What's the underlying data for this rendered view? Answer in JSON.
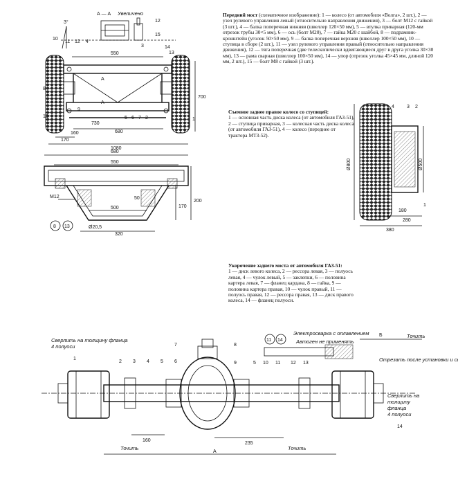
{
  "front_axle": {
    "section_label": "А — А",
    "section_scale": "Увеличено",
    "angle_label": "3°",
    "text_title": "Передний мост",
    "text_subtitle": "(схематичное изображение):",
    "text_body": "1 — колесо (от автомобиля «Волга», 2 шт.), 2 — узел рулевого управления левый (относительно направления движения), 3 — болт М12 с гайкой (3 шт.), 4 — балка поперечная нижняя (швеллер 120×50 мм), 5 — втулка приварная (120-мм отрезок трубы 30×5 мм), 6 — ось (болт М20), 7 — гайка М20 с шайбой, 8 — подрамник-кронштейн (уголок 50×50 мм), 9 — балка поперечная верхняя (швеллер 100×50 мм), 10 — ступица в сборе (2 шт.), 11 — узел рулевого управления правый (относительно направления движения), 12 — тяга поперечная (две телескопически вдвигающиеся друг в друга уголка 30×30 мм), 13 — рама сварная (швеллер 100×50 мм), 14 — упор (отрезок уголка 45×45 мм, длиной 120 мм, 2 шт.), 15 — болт М8 с гайкой (3 шт.).",
    "dims": [
      "550",
      "700",
      "730",
      "680",
      "170",
      "160",
      "1080",
      "680",
      "550",
      "200",
      "170",
      "500",
      "320",
      "50"
    ],
    "part_numbers": [
      "1",
      "2",
      "3",
      "4",
      "5",
      "6",
      "7",
      "8",
      "9",
      "10",
      "11",
      "12",
      "13",
      "14",
      "15"
    ],
    "m12_label": "М12",
    "bore_label": "Ø20,5",
    "marker_a": "А",
    "callouts": [
      "8",
      "13"
    ]
  },
  "rear_wheel": {
    "text_title": "Съемное заднее правое колесо со ступицей:",
    "text_body": "1 — основная часть диска колеса (от автомобиля ГАЗ-51), 2 — ступица приварная, 3 — колесная часть диска колеса (от автомобиля ГАЗ-51), 4 — колесо (переднее от трактора МТЗ-52).",
    "dims": [
      "Ø800",
      "Ø500",
      "180",
      "280",
      "380"
    ],
    "part_numbers": [
      "1",
      "2",
      "3",
      "4"
    ]
  },
  "rear_axle": {
    "text_title": "Укорочение заднего моста от автомобиля ГАЗ-51:",
    "text_body": "1 — диск левого колеса, 2 — рессора левая, 3 — полуось левая, 4 — чулок левый, 5 — заклепки, 6 — половина картера левая, 7 — фланец кардана, 8 — гайка, 9 — половина картера правая, 10 — чулок правый, 11 — полуось правая, 12 — рессора правая, 13 — диск правого колеса, 14 — фланец полуоси.",
    "note_left": "Сверлить на толщину фланца 4 полуоси",
    "note_right": "Сверлить на толщину фланца 4 полуоси",
    "note_weld": "Электросварка с оплавлением",
    "note_not_used": "Автоген не применять",
    "note_cut": "Отрезать после установки и сварки",
    "label_b": "Б",
    "label_a": "А",
    "label_grind_left": "Точить",
    "label_grind_right": "Точить",
    "label_grind_top": "Точить",
    "dims": [
      "160",
      "235"
    ],
    "part_numbers": [
      "1",
      "2",
      "3",
      "4",
      "5",
      "6",
      "7",
      "8",
      "9",
      "10",
      "11",
      "12",
      "13",
      "14"
    ],
    "callouts": [
      "11",
      "14"
    ]
  }
}
